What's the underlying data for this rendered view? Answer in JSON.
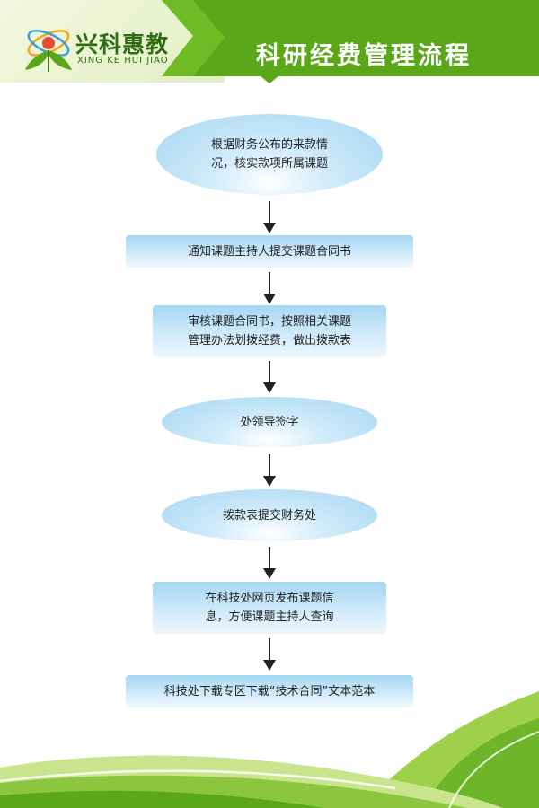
{
  "brand": {
    "name_cn": "兴科惠教",
    "name_en": "XING KE HUI JIAO"
  },
  "title": "科研经费管理流程",
  "colors": {
    "header_green": "#5aa819",
    "box_blue": "#a6d7f3",
    "arrow": "#222222"
  },
  "steps": [
    {
      "shape": "oval",
      "lines": [
        "根据财务公布的来款情",
        "况，核实款项所属课题"
      ]
    },
    {
      "shape": "rect",
      "lines": [
        "通知课题主持人提交课题合同书"
      ]
    },
    {
      "shape": "rect",
      "lines": [
        "审核课题合同书，按照相关课题",
        "管理办法划拨经费，做出拨款表"
      ]
    },
    {
      "shape": "oval",
      "lines": [
        "处领导签字"
      ]
    },
    {
      "shape": "oval",
      "lines": [
        "拨款表提交财务处"
      ]
    },
    {
      "shape": "rect",
      "lines": [
        "在科技处网页发布课题信",
        "息，方便课题主持人查询"
      ]
    },
    {
      "shape": "rect",
      "lines": [
        "科技处下载专区下载“技术合同”文本范本"
      ]
    }
  ]
}
